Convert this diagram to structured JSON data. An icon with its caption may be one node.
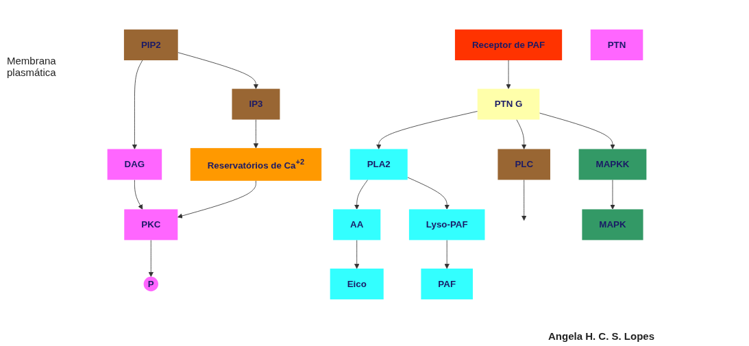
{
  "diagram": {
    "nodes": [
      {
        "text": [
          "Receptor de PAF"
        ]
      },
      {
        "text": [
          "PLA2"
        ]
      },
      {
        "text": [
          "PTN G"
        ]
      },
      {
        "text": [
          "PLC"
        ]
      },
      {
        "text": [
          "PIP2"
        ]
      },
      {
        "text": [
          "DAG"
        ]
      },
      {
        "text": [
          "PKC"
        ]
      },
      {
        "text": [
          "AA"
        ]
      },
      {
        "text": [
          "Lyso-PAF"
        ]
      },
      {
        "text": [
          "MAPKK"
        ]
      },
      {
        "text": [
          "IP3"
        ]
      },
      {
        "text": [
          "P"
        ]
      },
      {
        "text": [
          "PTN"
        ]
      },
      {
        "text": [
          "Eico"
        ]
      },
      {
        "text": [
          "PAF"
        ]
      },
      {
        "text": [
          "MAPK"
        ]
      },
      {
        "text": [
          "Reservatórios de Ca$^{+2}$"
        ]
      }
    ],
    "edges": [
      {
        "from": 0,
        "to": 2,
        "arrow": "to"
      },
      {
        "from": 2,
        "to": 1,
        "arrow": "to"
      },
      {
        "from": 2,
        "to": 3,
        "arrow": "to"
      },
      {
        "from": 3,
        "to": null,
        "arrow": "to"
      },
      {
        "from": 4,
        "to": 5,
        "arrow": "to"
      },
      {
        "from": 5,
        "to": 6,
        "arrow": "to"
      },
      {
        "from": 4,
        "to": 10,
        "arrow": "to"
      },
      {
        "from": 2,
        "to": 9,
        "arrow": "to"
      },
      {
        "from": 1,
        "to": 7,
        "arrow": "to"
      },
      {
        "from": 1,
        "to": 8,
        "arrow": "to"
      },
      {
        "from": 7,
        "to": 13,
        "arrow": "to"
      },
      {
        "from": 8,
        "to": 14,
        "arrow": "to"
      },
      {
        "from": 9,
        "to": 15,
        "arrow": "to"
      },
      {
        "from": 10,
        "to": 16,
        "arrow": "to"
      },
      {
        "from": 16,
        "to": 6,
        "arrow": "to"
      },
      {
        "from": 6,
        "to": 11,
        "arrow": "to"
      }
    ],
    "labels": [
      "Membrana plasmática",
      "Angela H. C. S. Lopes"
    ]
  }
}
